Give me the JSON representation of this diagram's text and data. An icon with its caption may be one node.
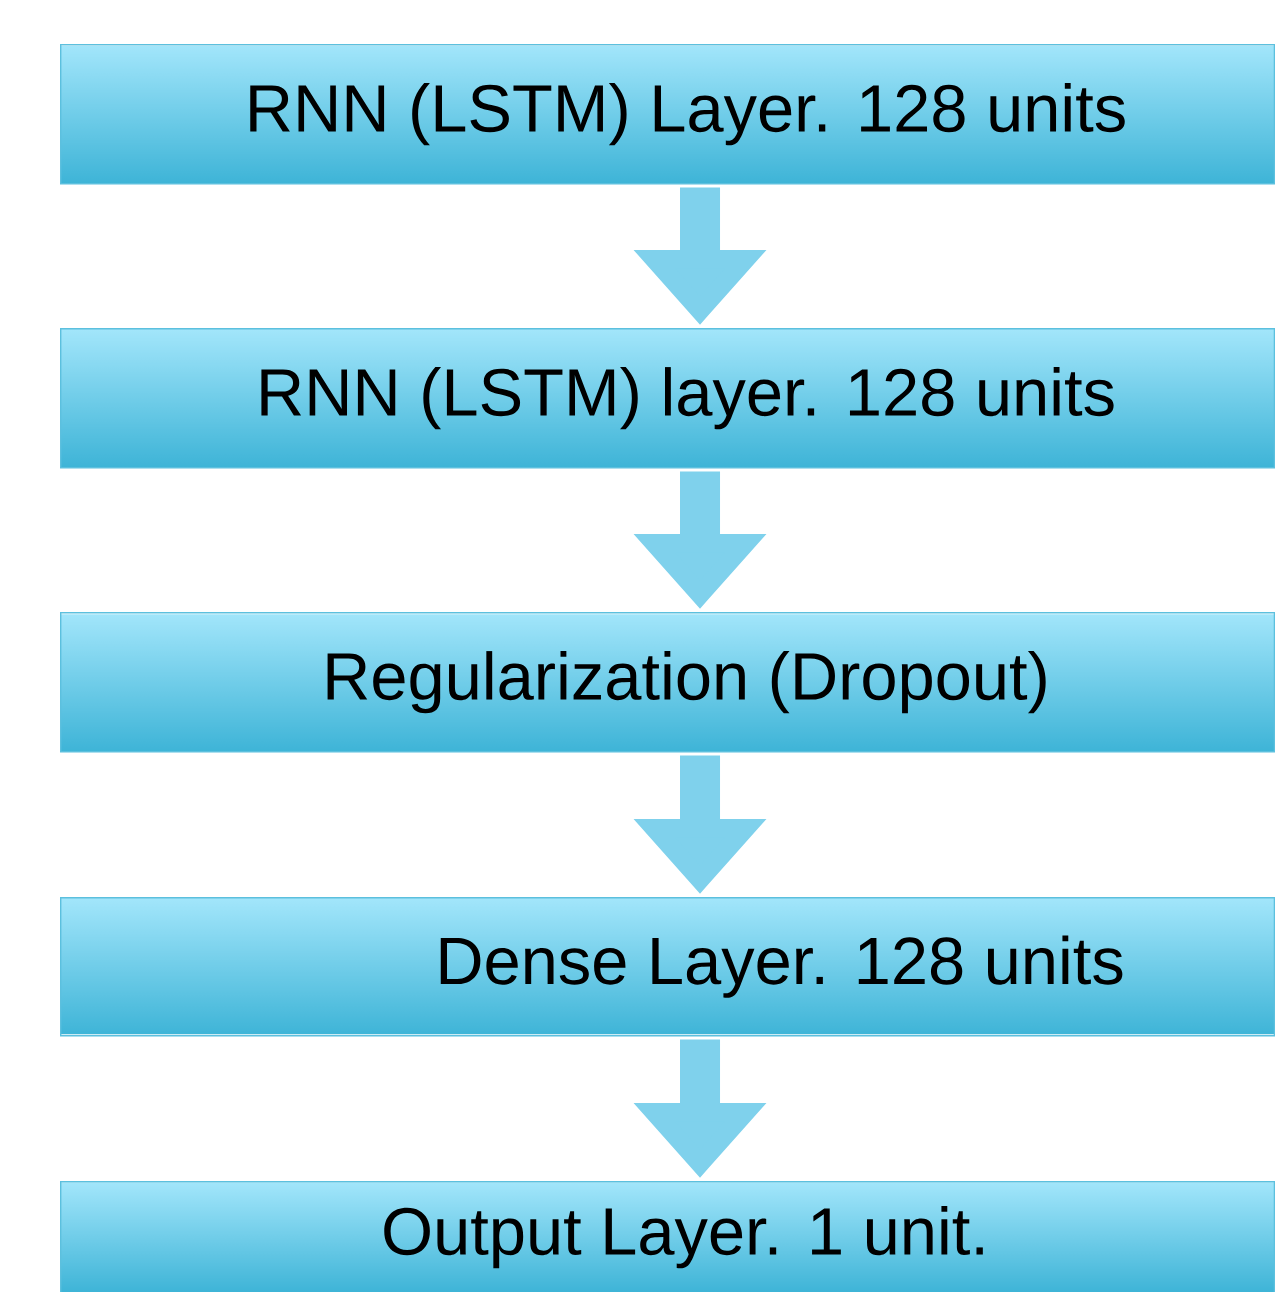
{
  "diagram": {
    "nodes": [
      {
        "text": [
          "RNN (LSTM) Layer. 128 units"
        ]
      },
      {
        "text": [
          "RNN (LSTM) layer. 128 units"
        ]
      },
      {
        "text": [
          "Regularization (Dropout)"
        ]
      },
      {
        "text": [
          "Dense Layer. 128 units"
        ]
      },
      {
        "text": [
          "Output Layer. 1 unit."
        ]
      }
    ],
    "edges": [
      {
        "from": 0,
        "to": 1,
        "arrow": "to"
      },
      {
        "from": 1,
        "to": 2,
        "arrow": "to"
      },
      {
        "from": 2,
        "to": 3,
        "arrow": "to"
      },
      {
        "from": 3,
        "to": 4,
        "arrow": "to"
      }
    ]
  }
}
